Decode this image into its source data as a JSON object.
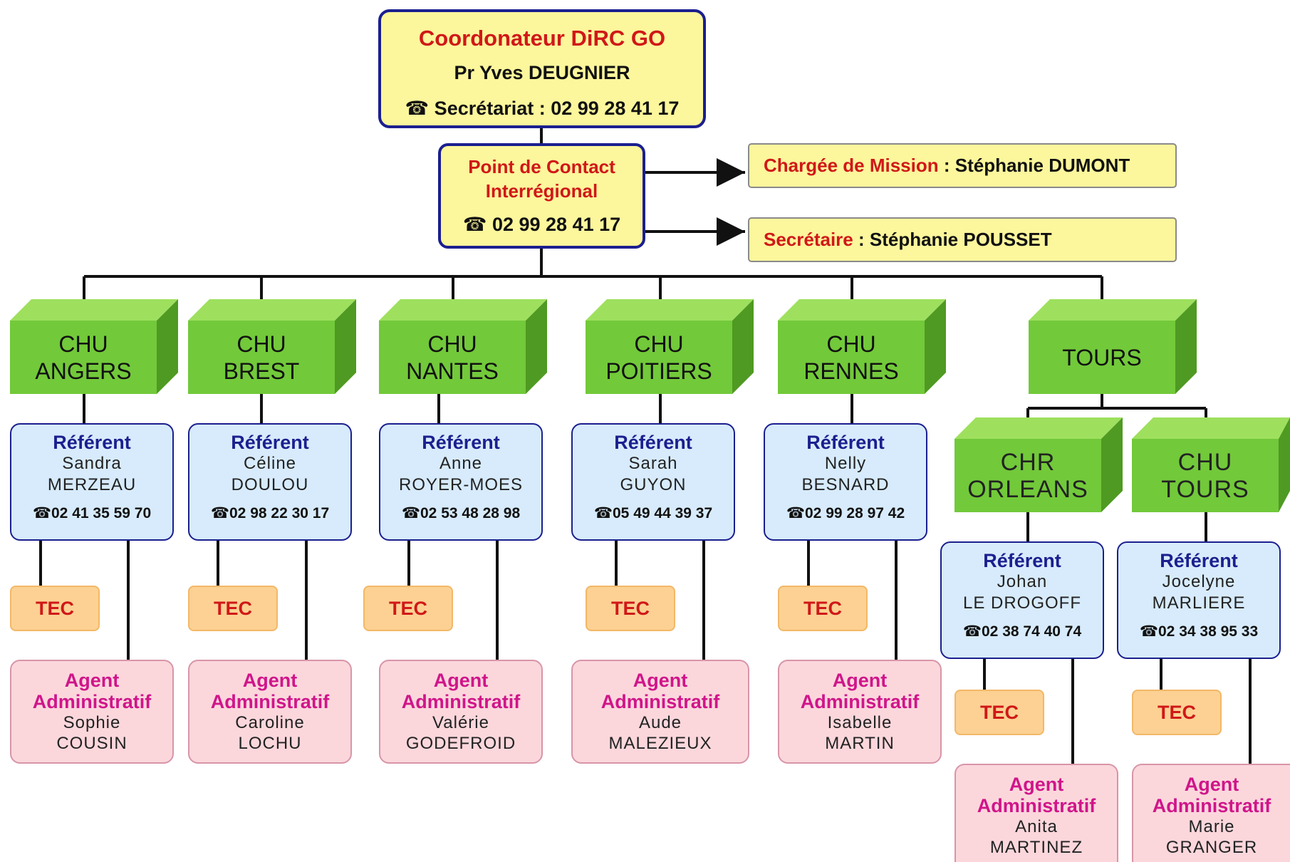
{
  "coordinator": {
    "title": "Coordonateur DiRC GO",
    "name": "Pr Yves DEUGNIER",
    "phone": "☎ Secrétariat : 02 99 28 41 17"
  },
  "contact_point": {
    "title_line1": "Point de Contact",
    "title_line2": "Interrégional",
    "phone": "☎ 02 99 28 41 17"
  },
  "side_roles": [
    {
      "role": "Chargée de Mission",
      "separator": " : ",
      "name": "Stéphanie DUMONT"
    },
    {
      "role": "Secrétaire",
      "separator": " : ",
      "name": "Stéphanie POUSSET"
    }
  ],
  "institutions": [
    {
      "line1": "CHU",
      "line2": "ANGERS",
      "referent": {
        "title": "Référent",
        "first": "Sandra",
        "last": "MERZEAU",
        "phone": "☎02 41 35 59 70"
      },
      "tec": "TEC",
      "agent": {
        "title_line1": "Agent",
        "title_line2": "Administratif",
        "first": "Sophie",
        "last": "COUSIN"
      }
    },
    {
      "line1": "CHU",
      "line2": "BREST",
      "referent": {
        "title": "Référent",
        "first": "Céline",
        "last": "DOULOU",
        "phone": "☎02 98 22 30 17"
      },
      "tec": "TEC",
      "agent": {
        "title_line1": "Agent",
        "title_line2": "Administratif",
        "first": "Caroline",
        "last": "LOCHU"
      }
    },
    {
      "line1": "CHU",
      "line2": "NANTES",
      "referent": {
        "title": "Référent",
        "first": "Anne",
        "last": "ROYER-MOES",
        "phone": "☎02 53 48 28 98"
      },
      "tec": "TEC",
      "agent": {
        "title_line1": "Agent",
        "title_line2": "Administratif",
        "first": "Valérie",
        "last": "GODEFROID"
      }
    },
    {
      "line1": "CHU",
      "line2": "POITIERS",
      "referent": {
        "title": "Référent",
        "first": "Sarah",
        "last": "GUYON",
        "phone": "☎05 49 44 39 37"
      },
      "tec": "TEC",
      "agent": {
        "title_line1": "Agent",
        "title_line2": "Administratif",
        "first": "Aude",
        "last": "MALEZIEUX"
      }
    },
    {
      "line1": "CHU",
      "line2": "RENNES",
      "referent": {
        "title": "Référent",
        "first": "Nelly",
        "last": "BESNARD",
        "phone": "☎02 99 28 97 42"
      },
      "tec": "TEC",
      "agent": {
        "title_line1": "Agent",
        "title_line2": "Administratif",
        "first": "Isabelle",
        "last": "MARTIN"
      }
    }
  ],
  "tours": {
    "label": "TOURS",
    "subs": [
      {
        "line1": "CHR",
        "line2": "ORLEANS",
        "referent": {
          "title": "Référent",
          "first": "Johan",
          "last": "LE DROGOFF",
          "phone": "☎02 38 74 40 74"
        },
        "tec": "TEC",
        "agent": {
          "title_line1": "Agent",
          "title_line2": "Administratif",
          "first": "Anita",
          "last": "MARTINEZ"
        }
      },
      {
        "line1": "CHU",
        "line2": "TOURS",
        "referent": {
          "title": "Référent",
          "first": "Jocelyne",
          "last": "MARLIERE",
          "phone": "☎02 34 38 95 33"
        },
        "tec": "TEC",
        "agent": {
          "title_line1": "Agent",
          "title_line2": "Administratif",
          "first": "Marie",
          "last": "GRANGER"
        }
      }
    ]
  },
  "colors": {
    "box_yellow": "#fcf69c",
    "box_border_navy": "#1b1f8f",
    "title_red": "#d01818",
    "referent_blue": "#d7ebfc",
    "tec_orange": "#fcd193",
    "agent_pink": "#fbd7dc",
    "agent_title_magenta": "#d0158a",
    "cube_green": "#72c93a"
  }
}
